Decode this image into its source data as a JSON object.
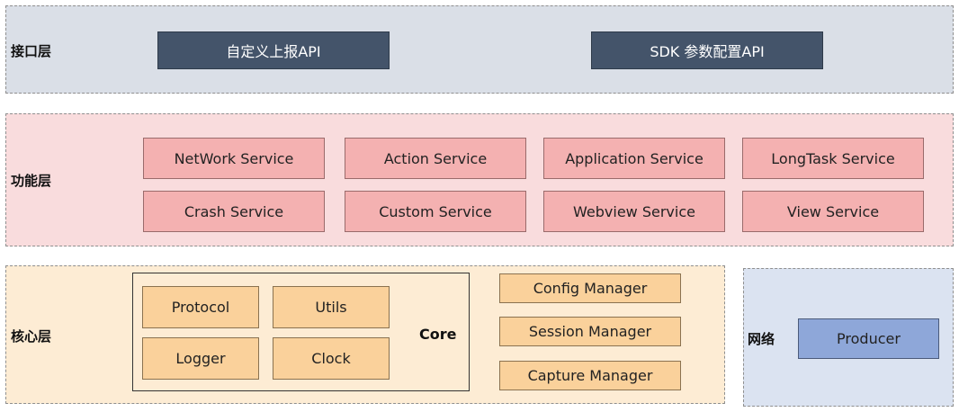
{
  "interface_layer": {
    "label": "接口层",
    "items": [
      "自定义上报API",
      "SDK 参数配置API"
    ]
  },
  "function_layer": {
    "label": "功能层",
    "services": [
      "NetWork Service",
      "Action Service",
      "Application Service",
      "LongTask Service",
      "Crash Service",
      "Custom Service",
      "Webview Service",
      "View Service"
    ]
  },
  "core_layer": {
    "label": "核心层",
    "core_label": "Core",
    "core_items": [
      "Protocol",
      "Utils",
      "Logger",
      "Clock"
    ],
    "managers": [
      "Config Manager",
      "Session Manager",
      "Capture Manager"
    ]
  },
  "network_layer": {
    "label": "网络",
    "items": [
      "Producer"
    ]
  },
  "colors": {
    "interface_bg": "#dadfe7",
    "api_box": "#44546a",
    "function_bg": "#f9dcdd",
    "service_box": "#f4b1b1",
    "core_bg": "#fdecd4",
    "core_box": "#fad19b",
    "network_bg": "#dbe3f1",
    "network_box": "#8ea7d9"
  }
}
